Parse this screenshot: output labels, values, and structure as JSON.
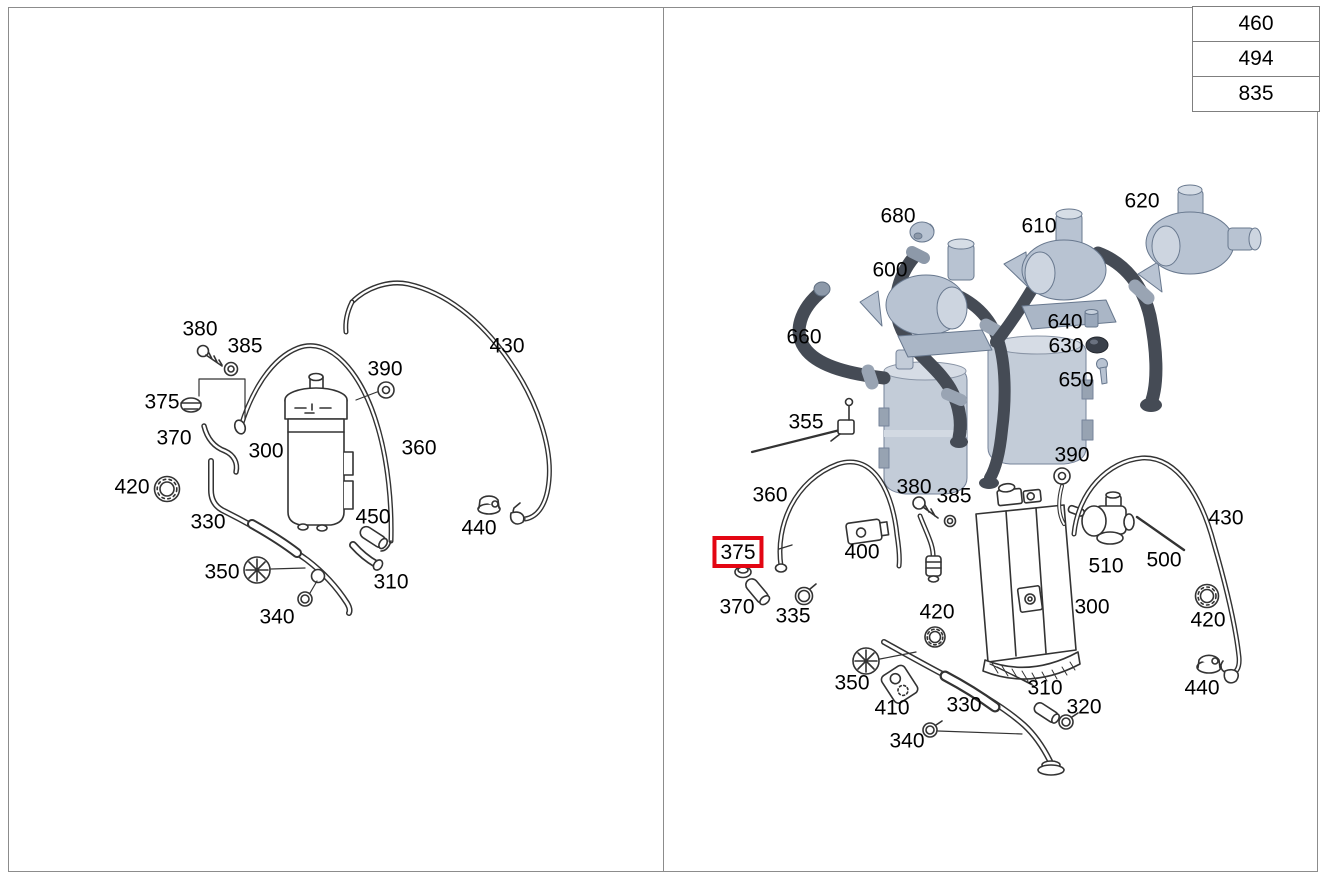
{
  "reference_table": {
    "rows": [
      "460",
      "494",
      "835"
    ]
  },
  "left_labels": [
    "380",
    "385",
    "390",
    "375",
    "370",
    "300",
    "360",
    "430",
    "420",
    "330",
    "450",
    "440",
    "350",
    "310",
    "340"
  ],
  "right_labels": [
    "680",
    "600",
    "610",
    "620",
    "640",
    "630",
    "650",
    "660",
    "355",
    "390",
    "360",
    "380",
    "385",
    "430",
    "400",
    "500",
    "510",
    "370",
    "335",
    "420",
    "300",
    "420",
    "310",
    "320",
    "350",
    "410",
    "330",
    "340",
    "440"
  ],
  "highlighted_label": {
    "text": "375"
  },
  "colors": {
    "highlight_red": "#e30613",
    "line_art": "#333333",
    "pump_body": "#b8c3d2",
    "pump_stroke": "#68788e",
    "hose_dark": "#454b55",
    "hose_band": "#99a4b3",
    "canister_gray": "#c3ccd8",
    "panel_border": "#8c8c8c"
  }
}
